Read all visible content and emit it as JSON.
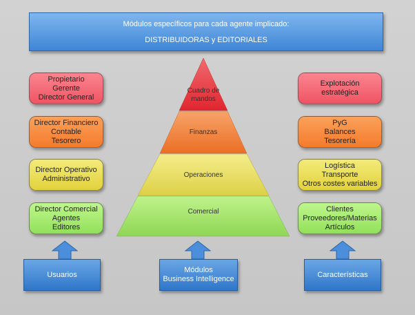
{
  "header": {
    "line1": "Módulos específicos para cada agente implicado:",
    "line2": "DISTRIBUIDORAS y EDITORIALES"
  },
  "users": [
    {
      "label": "Propietario\nGerente\nDirector General",
      "color": "red"
    },
    {
      "label": "Director Financiero\nContable\nTesorero",
      "color": "orange"
    },
    {
      "label": "Director Operativo\nAdministrativo",
      "color": "yellow"
    },
    {
      "label": "Director Comercial\nAgentes\nEditores",
      "color": "green"
    }
  ],
  "characteristics": [
    {
      "label": "Explotación\nestratégica",
      "color": "red"
    },
    {
      "label": "PyG\nBalances\nTesorería",
      "color": "orange"
    },
    {
      "label": "Logística\nTransporte\nOtros costes variables",
      "color": "yellow"
    },
    {
      "label": "Clientes\nProveedores/Materias\nArtículos",
      "color": "green"
    }
  ],
  "pyramid": [
    {
      "label": "Cuadro de\nmandos",
      "color": "#e8323a"
    },
    {
      "label": "Finanzas",
      "color": "#f07b35"
    },
    {
      "label": "Operaciones",
      "color": "#e9df5a"
    },
    {
      "label": "Comercial",
      "color": "#9fe066"
    }
  ],
  "bottom": {
    "users": "Usuarios",
    "modules": "Módulos\nBusiness Intelligence",
    "characteristics": "Características"
  }
}
